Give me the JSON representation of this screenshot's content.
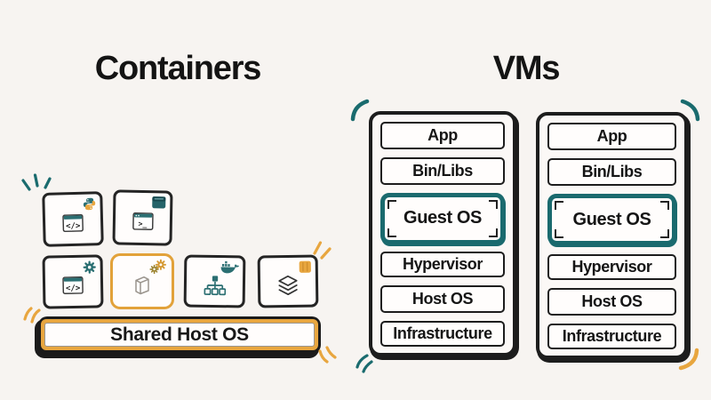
{
  "titles": {
    "containers": "Containers",
    "vms": "VMs"
  },
  "containers_panel": {
    "shared_host_bar": {
      "label": "Shared Host OS"
    },
    "boxes": {
      "row1": [
        {
          "corner_icon": "python-icon",
          "main_icon": "code-window-icon"
        },
        {
          "corner_icon": "container-tile-icon",
          "main_icon": "terminal-window-icon"
        }
      ],
      "row2": [
        {
          "corner_icon": "gear-icon",
          "main_icon": "code-window-icon",
          "highlighted": false
        },
        {
          "corner_icon": "gears-icon",
          "main_icon": "package-box-icon",
          "highlighted": true
        },
        {
          "corner_icon": "docker-whale-icon",
          "main_icon": "hierarchy-icon",
          "highlighted": false
        },
        {
          "corner_icon": "card-icon",
          "main_icon": "layers-icon",
          "highlighted": false
        }
      ]
    }
  },
  "vms_panel": {
    "highlighted_row": "Guest OS",
    "stacks": [
      {
        "rows": [
          "App",
          "Bin/Libs",
          "Guest OS",
          "Hypervisor",
          "Host OS",
          "Infrastructure"
        ]
      },
      {
        "rows": [
          "App",
          "Bin/Libs",
          "Guest OS",
          "Hypervisor",
          "Host OS",
          "Infrastructure"
        ]
      }
    ]
  },
  "code_glyph": "</>",
  "terminal_glyph": ">_",
  "colors": {
    "background": "#f7f4f1",
    "ink": "#1d1d1d",
    "teal": "#1a6a6e",
    "gold": "#e8a63f"
  }
}
